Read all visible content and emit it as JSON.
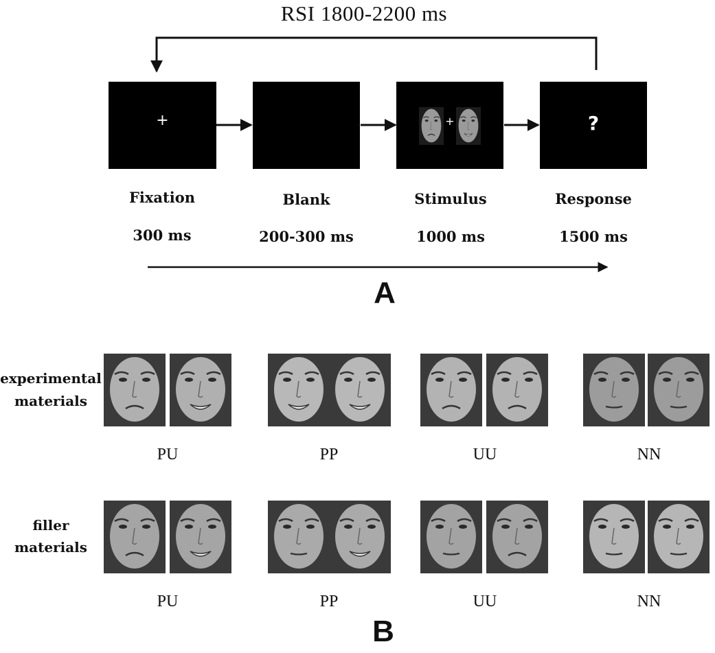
{
  "panel_a": {
    "loop_label": "RSI  1800-2200 ms",
    "fixation_symbol": "+",
    "response_symbol": "?",
    "stages": [
      {
        "name": "Fixation",
        "duration": "300 ms"
      },
      {
        "name": "Blank",
        "duration": "200-300 ms"
      },
      {
        "name": "Stimulus",
        "duration": "1000 ms"
      },
      {
        "name": "Response",
        "duration": "1500 ms"
      }
    ],
    "panel_letter": "A"
  },
  "panel_b": {
    "rows": [
      {
        "label_line1": "experimental",
        "label_line2": "materials"
      },
      {
        "label_line1": "filler",
        "label_line2": "materials"
      }
    ],
    "conditions": [
      "PU",
      "PP",
      "UU",
      "NN"
    ],
    "panel_letter": "B"
  },
  "colors": {
    "screen": "#000000",
    "line": "#111111",
    "face_light": "#c9c9c9",
    "face_mid": "#8e8e8e",
    "face_dark": "#2b2b2b"
  },
  "icons": {
    "arrow": "right-arrow-icon",
    "face": "face-photo-icon"
  }
}
